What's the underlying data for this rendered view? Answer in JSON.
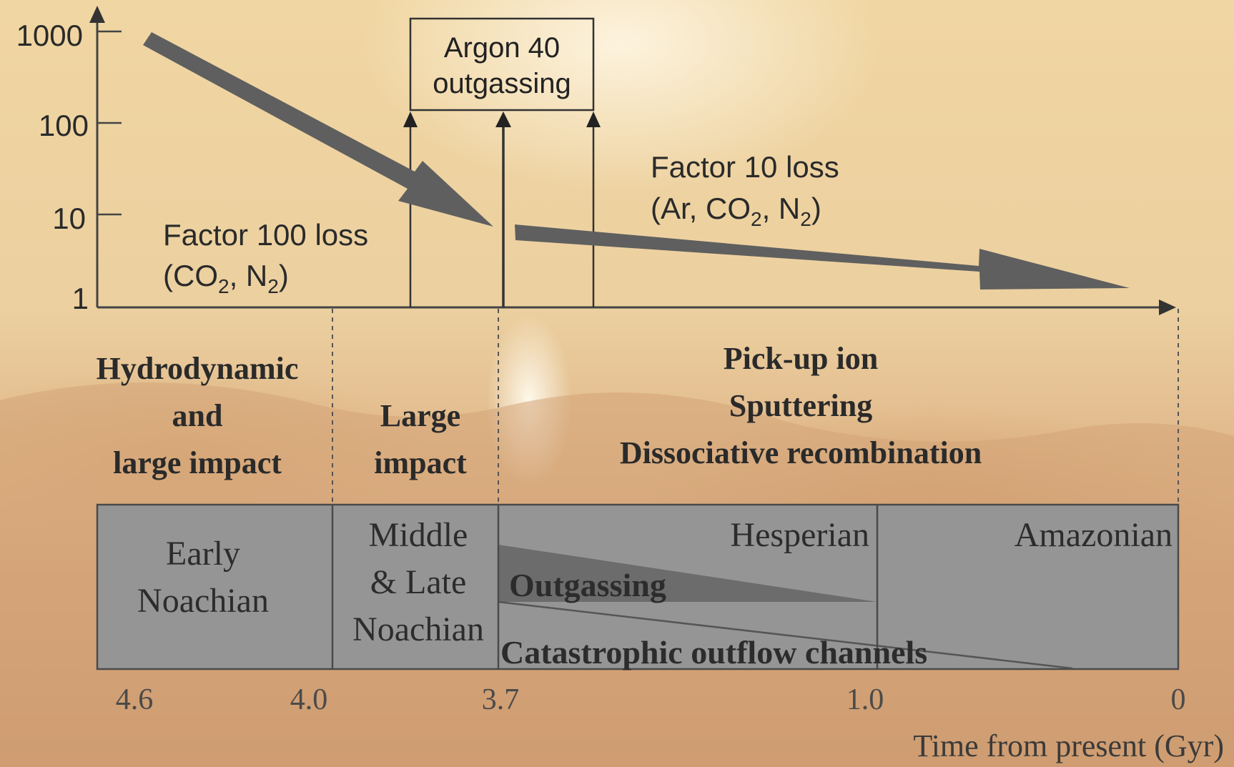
{
  "axis": {
    "y_ticks": [
      "1000",
      "100",
      "10",
      "1"
    ],
    "x_ticks": [
      "4.6",
      "4.0",
      "3.7",
      "1.0",
      "0"
    ],
    "x_label": "Time from present (Gyr)"
  },
  "argon_box": {
    "line1": "Argon 40",
    "line2": "outgassing"
  },
  "early_loss": {
    "line1": "Factor 100 loss",
    "line2_a": "(CO",
    "line2_sub1": "2",
    "line2_b": ", N",
    "line2_sub2": "2",
    "line2_c": ")"
  },
  "late_loss": {
    "line1": "Factor 10 loss",
    "line2_a": "(Ar, CO",
    "line2_sub1": "2",
    "line2_b": ", N",
    "line2_sub2": "2",
    "line2_c": ")"
  },
  "mechanisms": {
    "hydrodynamic": [
      "Hydrodynamic",
      "and",
      "large impact"
    ],
    "large_impact": [
      "Large",
      "impact"
    ],
    "pickup": [
      "Pick-up ion",
      "Sputtering",
      "Dissociative recombination"
    ]
  },
  "epochs": {
    "early_noachian": [
      "Early",
      "Noachian"
    ],
    "middle_late_noachian": [
      "Middle",
      "& Late",
      "Noachian"
    ],
    "hesperian": "Hesperian",
    "amazonian": "Amazonian",
    "outgassing": "Outgassing",
    "outflow": "Catastrophic outflow channels"
  }
}
